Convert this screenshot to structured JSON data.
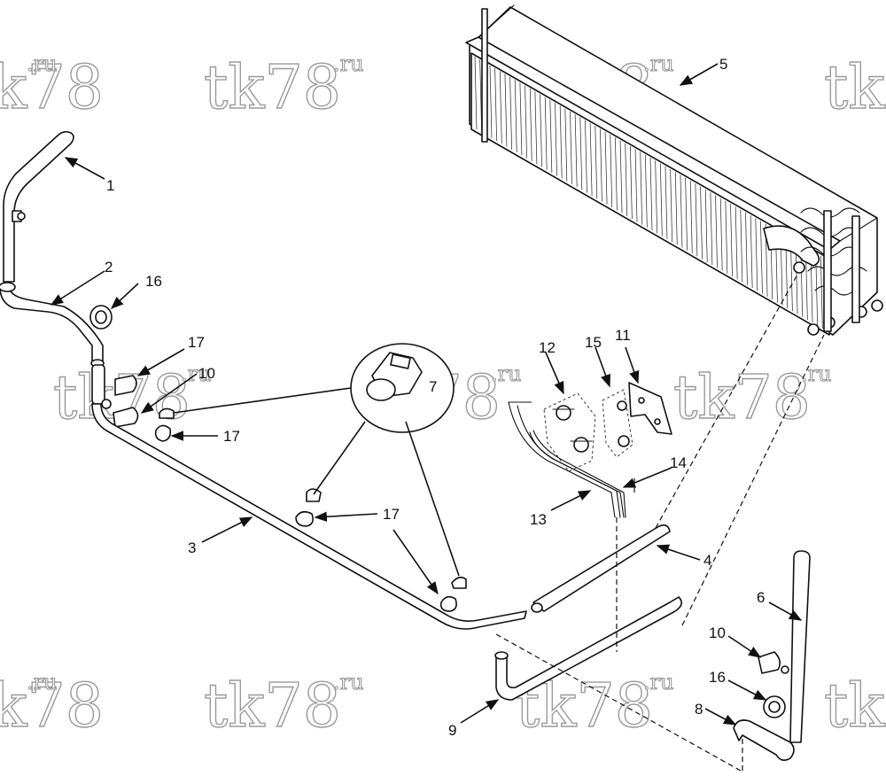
{
  "diagram": {
    "colors": {
      "line": "#111111",
      "background": "#ffffff",
      "watermark": "#9a9a9a"
    },
    "watermark": {
      "main": "tk78",
      "suffix": ".ru"
    },
    "callouts": [
      {
        "id": "c1",
        "label": "1"
      },
      {
        "id": "c2",
        "label": "2"
      },
      {
        "id": "c16a",
        "label": "16"
      },
      {
        "id": "c17a",
        "label": "17"
      },
      {
        "id": "c10a",
        "label": "10"
      },
      {
        "id": "c17b",
        "label": "17"
      },
      {
        "id": "c7",
        "label": "7"
      },
      {
        "id": "c3",
        "label": "3"
      },
      {
        "id": "c17c",
        "label": "17"
      },
      {
        "id": "c5",
        "label": "5"
      },
      {
        "id": "c12",
        "label": "12"
      },
      {
        "id": "c15",
        "label": "15"
      },
      {
        "id": "c11",
        "label": "11"
      },
      {
        "id": "c14",
        "label": "14"
      },
      {
        "id": "c13",
        "label": "13"
      },
      {
        "id": "c4",
        "label": "4"
      },
      {
        "id": "c6",
        "label": "6"
      },
      {
        "id": "c10b",
        "label": "10"
      },
      {
        "id": "c16b",
        "label": "16"
      },
      {
        "id": "c8",
        "label": "8"
      },
      {
        "id": "c9",
        "label": "9"
      }
    ]
  }
}
